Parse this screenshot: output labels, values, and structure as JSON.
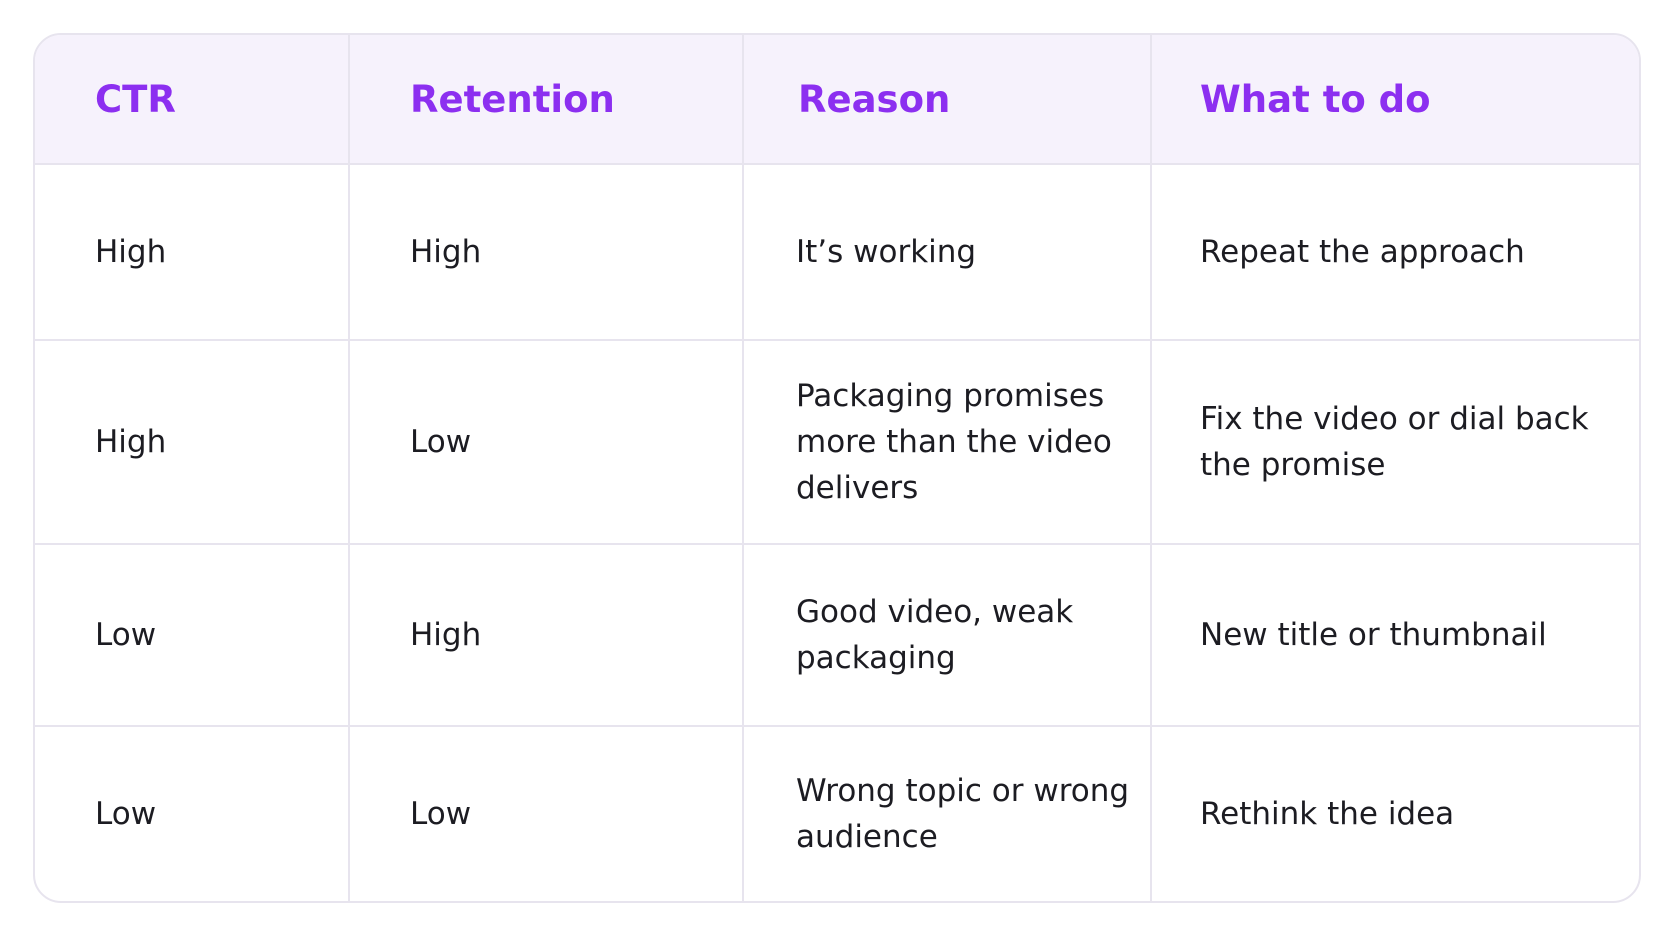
{
  "table": {
    "headers": [
      "CTR",
      "Retention",
      "Reason",
      "What to do"
    ],
    "rows": [
      [
        "High",
        "High",
        "It’s working",
        "Repeat the approach"
      ],
      [
        "High",
        "Low",
        "Packaging promises more than the video delivers",
        "Fix the video or dial back the promise"
      ],
      [
        "Low",
        "High",
        "Good video, weak packaging",
        "New title or thumbnail"
      ],
      [
        "Low",
        "Low",
        "Wrong topic or wrong audience",
        "Rethink the idea"
      ]
    ]
  },
  "colors": {
    "header_text": "#8c2ff0",
    "header_bg": "#f6f2fc",
    "body_text": "#1c1c22",
    "border": "#e7e4ee"
  }
}
